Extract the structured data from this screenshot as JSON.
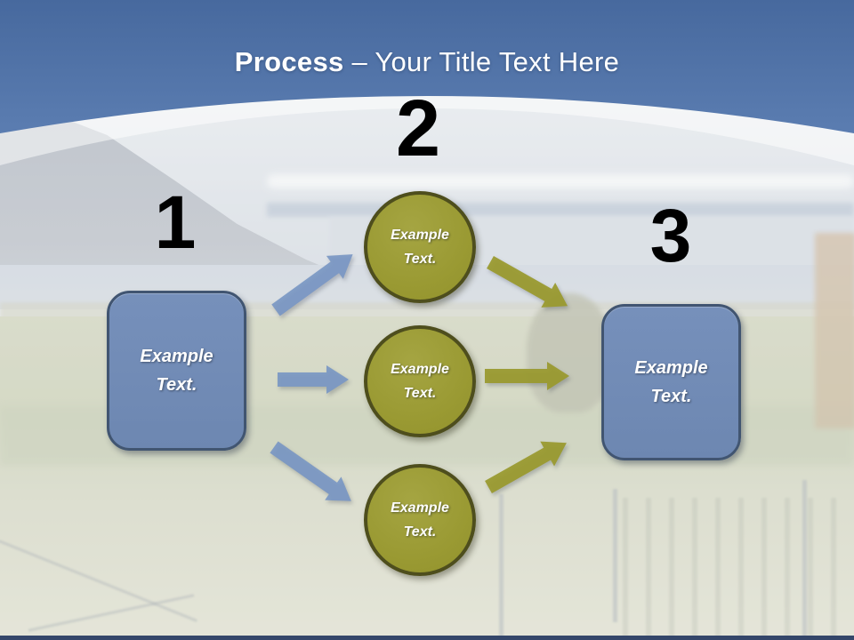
{
  "title": {
    "keyword": "Process",
    "rest": "– Your Title Text Here"
  },
  "diagram": {
    "steps": [
      {
        "number": "1",
        "label": "Example Text."
      },
      {
        "number": "2"
      },
      {
        "number": "3",
        "label": "Example Text."
      }
    ],
    "circles": [
      {
        "label": "Example Text."
      },
      {
        "label": "Example Text."
      },
      {
        "label": "Example Text."
      }
    ]
  },
  "colors": {
    "header_blue_top": "#47699e",
    "header_blue_bottom": "#5b7db1",
    "curve_highlight": "rgba(255,255,255,0.5)",
    "box_fill": "#7089b3",
    "box_border": "#415571",
    "circle_fill": "#9a9a33",
    "circle_border": "#4e4e1d",
    "blue_arrow": "#7a97c3",
    "olive_arrow": "#9a9a30",
    "number_color": "#000000",
    "title_color": "#ffffff",
    "bottom_bar": "#34466a"
  }
}
